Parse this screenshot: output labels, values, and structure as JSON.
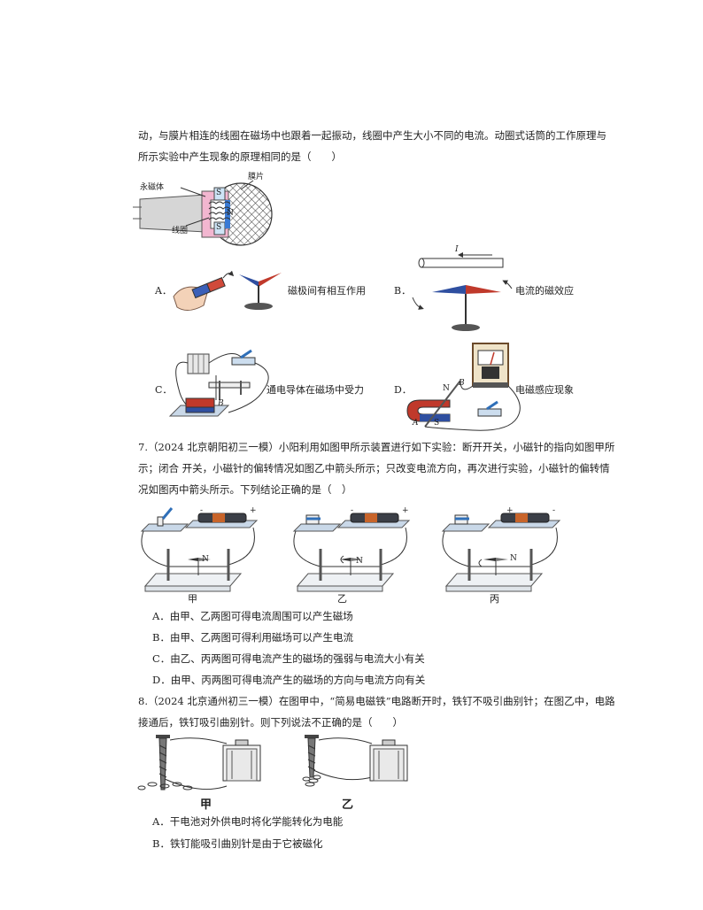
{
  "q6": {
    "intro_line1": "动，与膜片相连的线圈在磁场中也跟着一起振动，线圈中产生大小不同的电流。动圈式话筒的工作原理与",
    "intro_line2": "所示实验中产生现象的原理相同的是（　　）",
    "mic": {
      "film": "膜片",
      "magnet": "永磁体",
      "coil": "线圈",
      "s_top": "S",
      "n": "N",
      "s_bottom": "S"
    },
    "options": {
      "a": {
        "letter": "A．",
        "text": "磁极间有相互作用"
      },
      "b": {
        "letter": "B．",
        "text": "电流的磁效应",
        "current": "I"
      },
      "c": {
        "letter": "C．",
        "text": "通电导体在磁场中受力",
        "b_label": "B"
      },
      "d": {
        "letter": "D．",
        "text": "电磁感应现象",
        "n": "N",
        "b": "B",
        "a": "A",
        "s": "S"
      }
    }
  },
  "q7": {
    "line1": "7.（2024 北京朝阳初三一模）小阳利用如图甲所示装置进行如下实验：断开开关，小磁针的指向如图甲所",
    "line2": "示；闭合  开关，小磁针的偏转情况如图乙中箭头所示；只改变电流方向，再次进行实验，小磁针的偏转情",
    "line3": "况如图丙中箭头所示。下列结论正确的是（　）",
    "fig_labels": [
      "甲",
      "乙",
      "丙"
    ],
    "needle_n": "N",
    "minus": "-",
    "plus": "+",
    "choices": [
      "A．由甲、乙两图可得电流周围可以产生磁场",
      "B．由甲、乙两图可得利用磁场可以产生电流",
      "C．由乙、丙两图可得电流产生的磁场的强弱与电流大小有关",
      "D．由甲、丙两图可得电流产生的磁场的方向与电流方向有关"
    ]
  },
  "q8": {
    "line1": "8.（2024 北京通州初三一模）在图甲中，“简易电磁铁”电路断开时，铁钉不吸引曲别针；在图乙中，电路",
    "line2": "接通后，铁钉吸引曲别针。则下列说法不正确的是（　　）",
    "fig_labels": [
      "甲",
      "乙"
    ],
    "choices": [
      "A．干电池对外供电时将化学能转化为电能",
      "B．铁钉能吸引曲别针是由于它被磁化"
    ]
  }
}
